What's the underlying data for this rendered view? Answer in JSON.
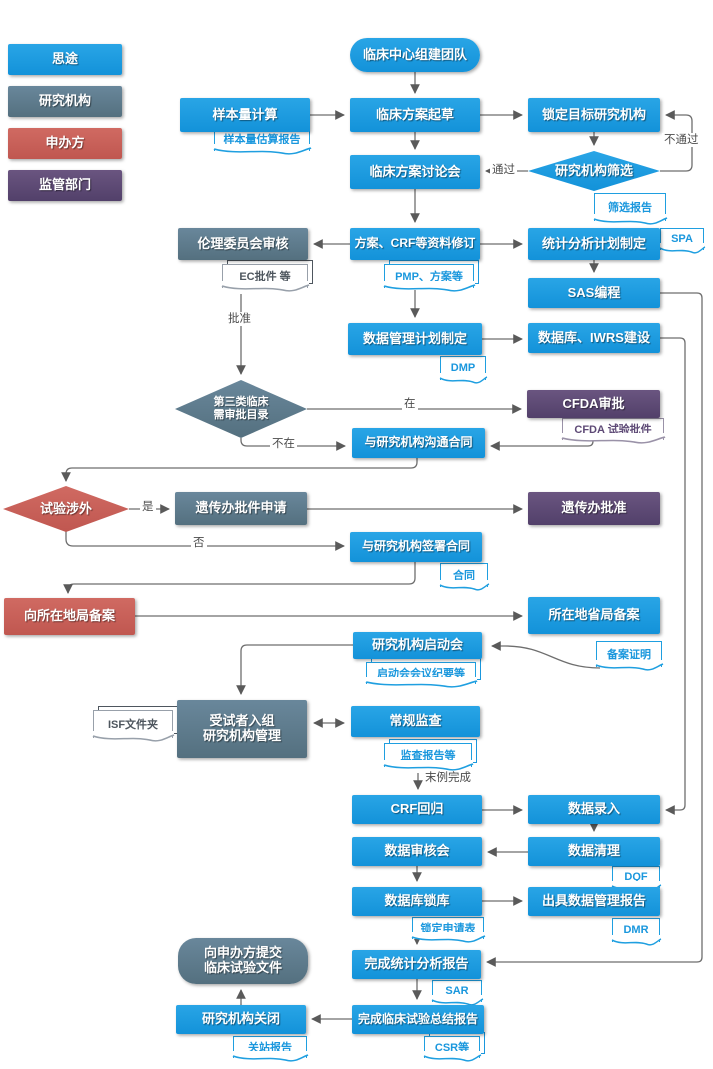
{
  "title": "临床试验流程图",
  "colors": {
    "blue": "#1e9de0",
    "slate": "#5d7b8e",
    "red": "#c9635c",
    "purple": "#5e4a76",
    "doc_blue": "#1f9fe0",
    "doc_gray": "#98a0aa",
    "line": "#6e6e6e"
  },
  "legend": {
    "items": [
      {
        "label": "思途",
        "color": "#1e9de0"
      },
      {
        "label": "研究机构",
        "color": "#5d7b8e"
      },
      {
        "label": "申办方",
        "color": "#c9635c"
      },
      {
        "label": "监管部门",
        "color": "#5e4a76"
      }
    ]
  },
  "nodes": {
    "team": "临床中心组建团队",
    "sample_calc": "样本量计算",
    "draft": "临床方案起草",
    "lock_org": "锁定目标研究机构",
    "screen": "研究机构筛选",
    "discuss": "临床方案讨论会",
    "revise": "方案、CRF等资料修订",
    "ethics": "伦理委员会审核",
    "stat_plan": "统计分析计划制定",
    "sas": "SAS编程",
    "dmp": "数据管理计划制定",
    "db_iwrs": "数据库、IWRS建设",
    "cat3": "第三类临床\n需审批目录",
    "cfda": "CFDA审批",
    "comm_contract": "与研究机构沟通合同",
    "foreign": "试验涉外",
    "genetic_apply": "遗传办批件申请",
    "genetic_approve": "遗传办批准",
    "sign_contract": "与研究机构签署合同",
    "local_record": "向所在地局备案",
    "prov_record": "所在地省局备案",
    "kickoff": "研究机构启动会",
    "enroll": "受试者入组\n研究机构管理",
    "monitor": "常规监查",
    "crf_return": "CRF回归",
    "data_entry": "数据录入",
    "data_review": "数据审核会",
    "data_clean": "数据清理",
    "db_lock": "数据库锁库",
    "dm_report": "出具数据管理报告",
    "stat_report": "完成统计分析报告",
    "submit": "向申办方提交\n临床试验文件",
    "site_close": "研究机构关闭",
    "summary": "完成临床试验总结报告"
  },
  "docs": {
    "sample_report": "样本量估算报告",
    "screen_report": "筛选报告",
    "ec": "EC批件 等",
    "pmp": "PMP、方案等",
    "spa": "SPA",
    "dmp": "DMP",
    "cfda": "CFDA 试验批件",
    "contract": "合同",
    "record": "备案证明",
    "kickoff": "启动会会议纪要等",
    "isf": "ISF文件夹",
    "monitor": "监查报告等",
    "dqf": "DQF",
    "lock": "锁定申请表",
    "dmr": "DMR",
    "sar": "SAR",
    "close": "关站报告",
    "csr": "CSR等"
  },
  "labels": {
    "pass": "通过",
    "fail": "不通过",
    "approved": "批准",
    "incat": "在",
    "notin": "不在",
    "yes": "是",
    "no": "否",
    "last_case": "末例完成"
  }
}
